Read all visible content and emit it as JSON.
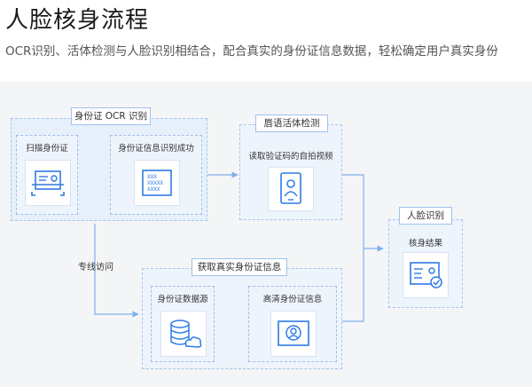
{
  "header": {
    "title": "人脸核身流程",
    "subtitle": "OCR识别、活体检测与人脸识别相结合，配合真实的身份证信息数据，轻松确定用户真实身份"
  },
  "groups": {
    "ocr": {
      "label": "身份证 OCR 识别",
      "steps": [
        {
          "label": "扫描身份证",
          "icon": "id-scan-icon"
        },
        {
          "label": "身份证信息识别成功",
          "icon": "id-recognized-icon"
        }
      ]
    },
    "liveness": {
      "label": "唇语活体检测",
      "step": {
        "label": "读取验证码的自拍视频",
        "icon": "selfie-video-icon"
      }
    },
    "realinfo": {
      "label": "获取真实身份证信息",
      "steps": [
        {
          "label": "身份证数据源",
          "icon": "id-datasource-icon"
        },
        {
          "label": "高清身份证信息",
          "icon": "hd-id-photo-icon"
        }
      ]
    },
    "face": {
      "label": "人脸识别",
      "step": {
        "label": "核身结果",
        "icon": "verification-result-icon"
      }
    }
  },
  "edge_labels": {
    "dedicated_line": "专线访问"
  },
  "colors": {
    "accent": "#2c7be5",
    "panel": "#e6f0fb",
    "line": "#7fb1ea"
  }
}
